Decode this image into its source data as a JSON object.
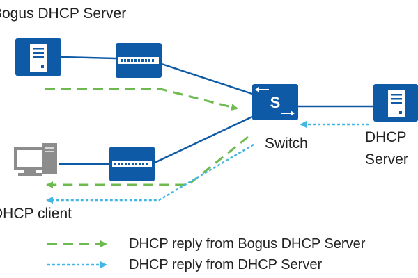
{
  "labels": {
    "bogus_server": "Bogus DHCP Server",
    "switch": "Switch",
    "switch_icon_letter": "S",
    "dhcp_server_line1": "DHCP",
    "dhcp_server_line2": "Server",
    "dhcp_client": "DHCP client"
  },
  "legend": [
    {
      "text": "DHCP reply from Bogus DHCP Server",
      "style": "dashed",
      "color": "#6dbb4f"
    },
    {
      "text": "DHCP reply from DHCP Server",
      "style": "dotted",
      "color": "#43b7e3"
    }
  ],
  "colors": {
    "device_blue": "#0f5aa6",
    "link_blue": "#0f5aa6",
    "bogus_path": "#6dbb4f",
    "legit_path": "#43b7e3",
    "pc_gray": "#8c8c8c"
  },
  "icons": {
    "server": "server-icon",
    "hub": "hub-icon",
    "switch": "switch-icon",
    "pc": "pc-icon"
  }
}
